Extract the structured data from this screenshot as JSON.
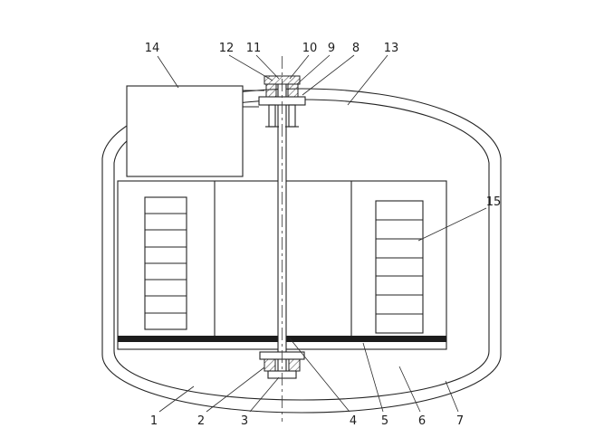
{
  "figure": {
    "kind": "patent-style sectional technical drawing of a tank vessel with central agitator shaft",
    "colors": {
      "ink": "#232323",
      "paper": "#ffffff"
    }
  },
  "callouts": {
    "n1": "1",
    "n2": "2",
    "n3": "3",
    "n4": "4",
    "n5": "5",
    "n6": "6",
    "n7": "7",
    "n8": "8",
    "n9": "9",
    "n10": "10",
    "n11": "11",
    "n12": "12",
    "n13": "13",
    "n14": "14",
    "n15": "15"
  }
}
